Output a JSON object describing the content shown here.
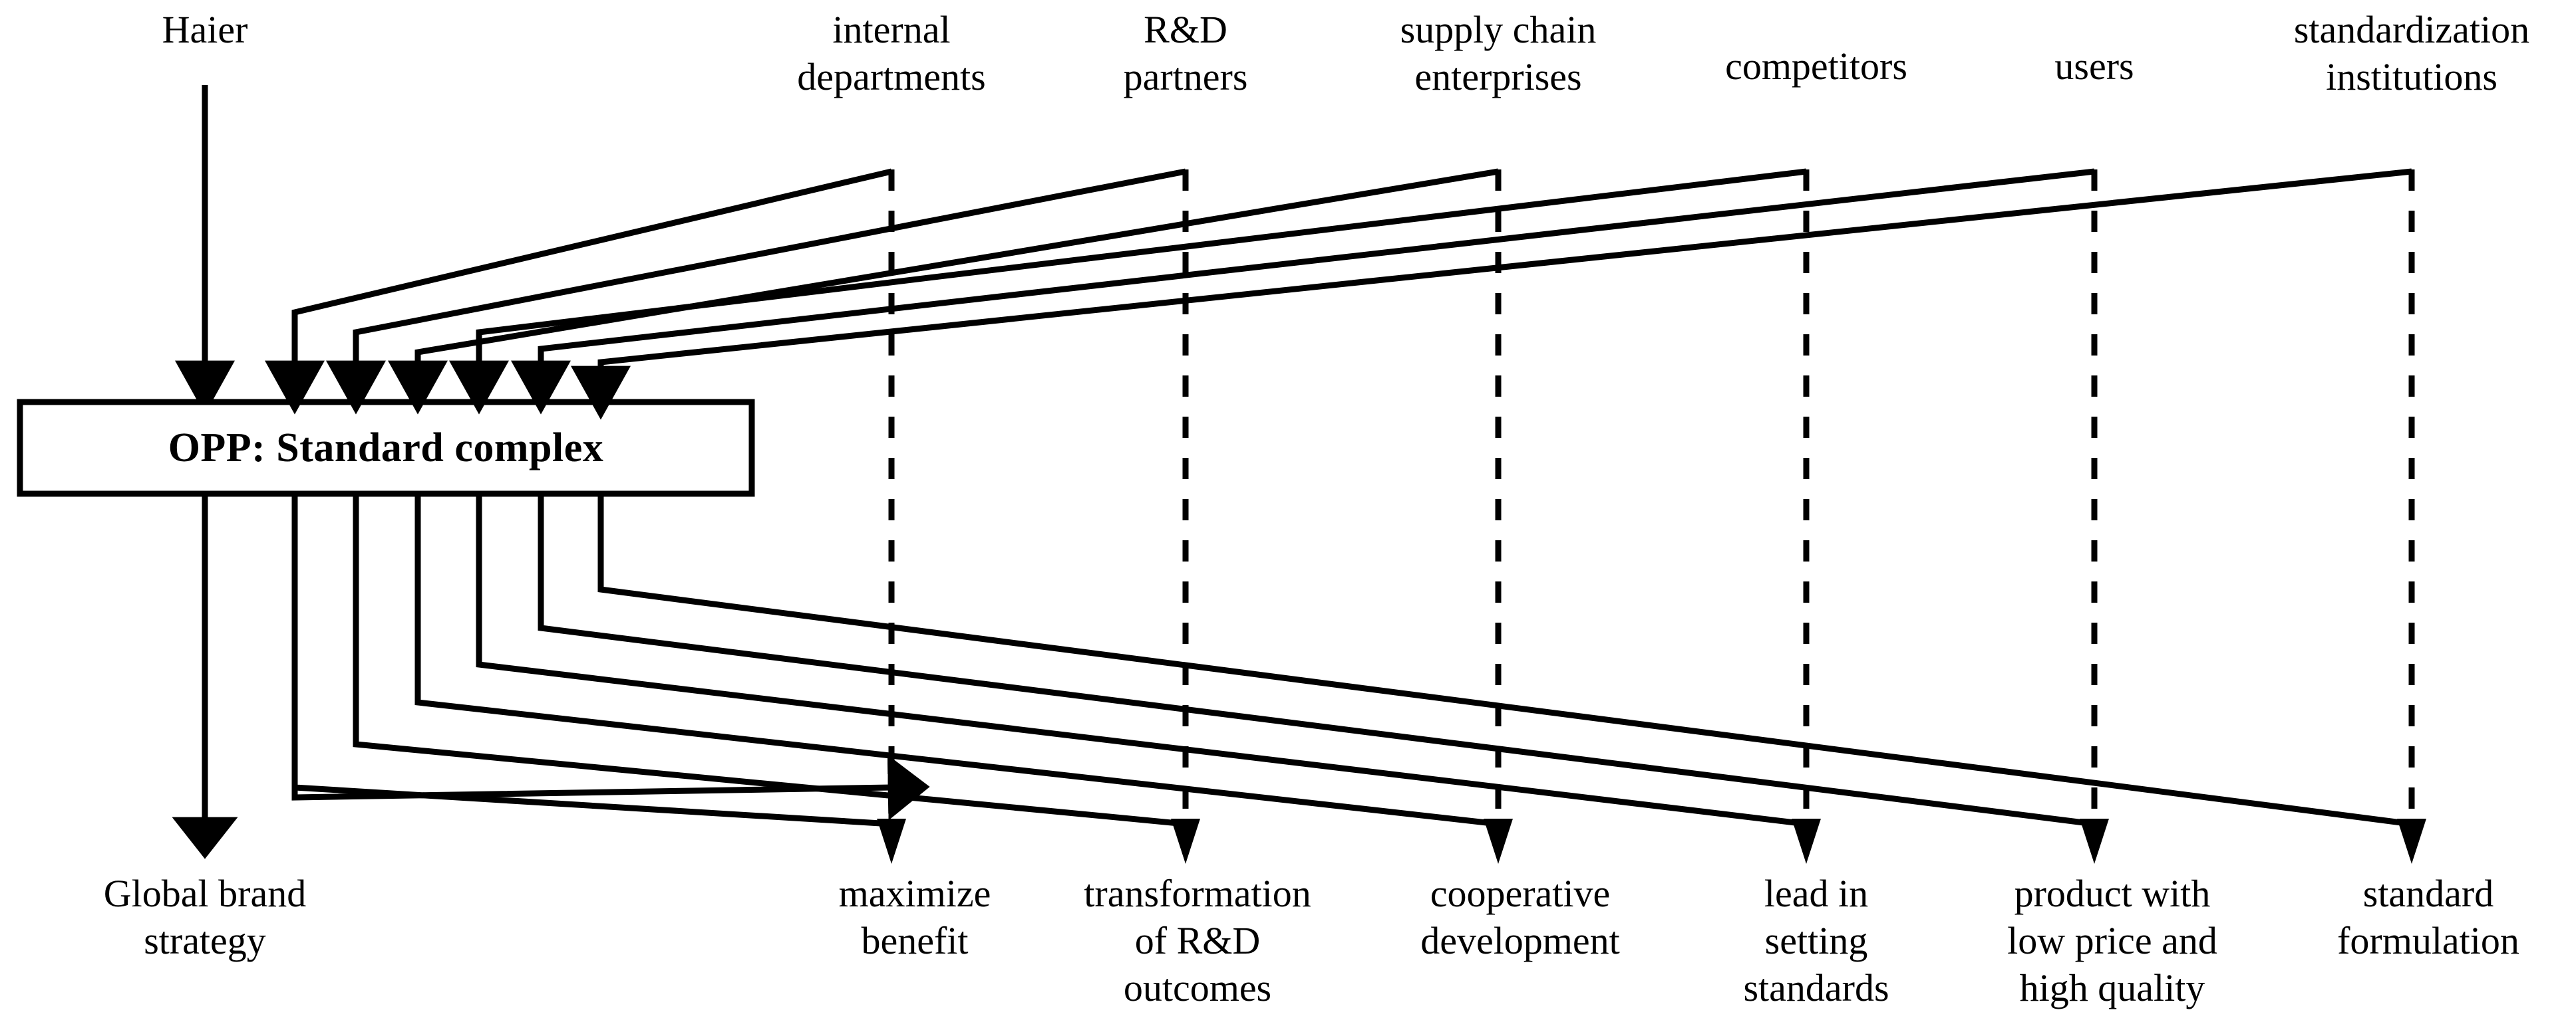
{
  "diagram": {
    "title": "OPP: Standard complex",
    "type": "actor-network-opp-diagram",
    "colors": {
      "stroke": "#000000",
      "background": "#ffffff",
      "text": "#000000"
    },
    "central_node": {
      "label": "OPP:  Standard complex",
      "shape": "rectangle"
    },
    "primary_actor": {
      "label": "Haier",
      "goal_label": "Global brand\nstrategy"
    },
    "actors": [
      {
        "label": "internal\ndepartments",
        "goal": "maximize\nbenefit"
      },
      {
        "label": "R&D\npartners",
        "goal": "transformation\nof R&D\noutcomes"
      },
      {
        "label": "supply chain\nenterprises",
        "goal": "cooperative\ndevelopment"
      },
      {
        "label": "competitors",
        "goal": "lead in\nsetting\nstandards"
      },
      {
        "label": "users",
        "goal": "product with\nlow price and\nhigh quality"
      },
      {
        "label": "standardization\ninstitutions",
        "goal": "standard\nformulation"
      }
    ]
  }
}
